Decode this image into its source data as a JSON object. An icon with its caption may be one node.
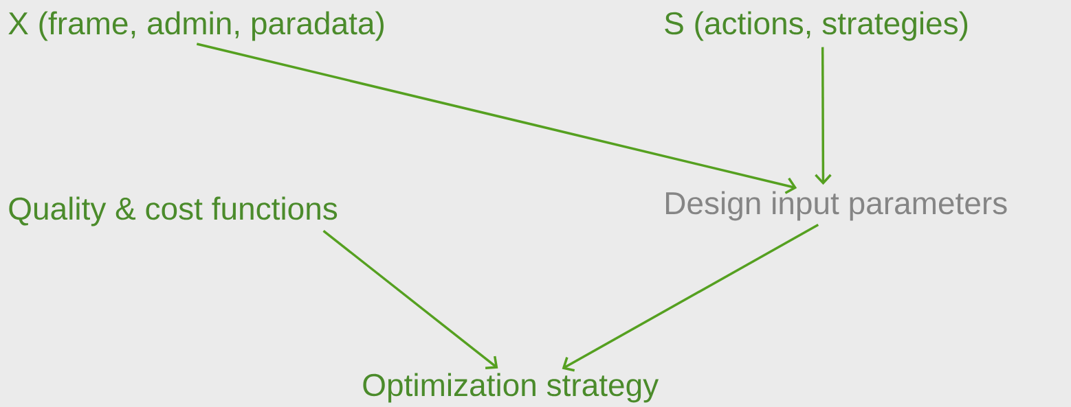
{
  "diagram": {
    "nodes": [
      {
        "text": [
          "X (frame, admin, paradata)"
        ]
      },
      {
        "text": [
          "S (actions, strategies)"
        ]
      },
      {
        "text": [
          "Quality & cost functions"
        ]
      },
      {
        "text": [
          "Design input parameters"
        ]
      },
      {
        "text": [
          "Optimization strategy"
        ]
      }
    ],
    "edges": [
      {
        "from": 0,
        "to": 3,
        "arrow": "to"
      },
      {
        "from": 1,
        "to": 3,
        "arrow": "to"
      },
      {
        "from": 2,
        "to": 4,
        "arrow": "to"
      },
      {
        "from": 3,
        "to": 4,
        "arrow": "to"
      }
    ]
  }
}
